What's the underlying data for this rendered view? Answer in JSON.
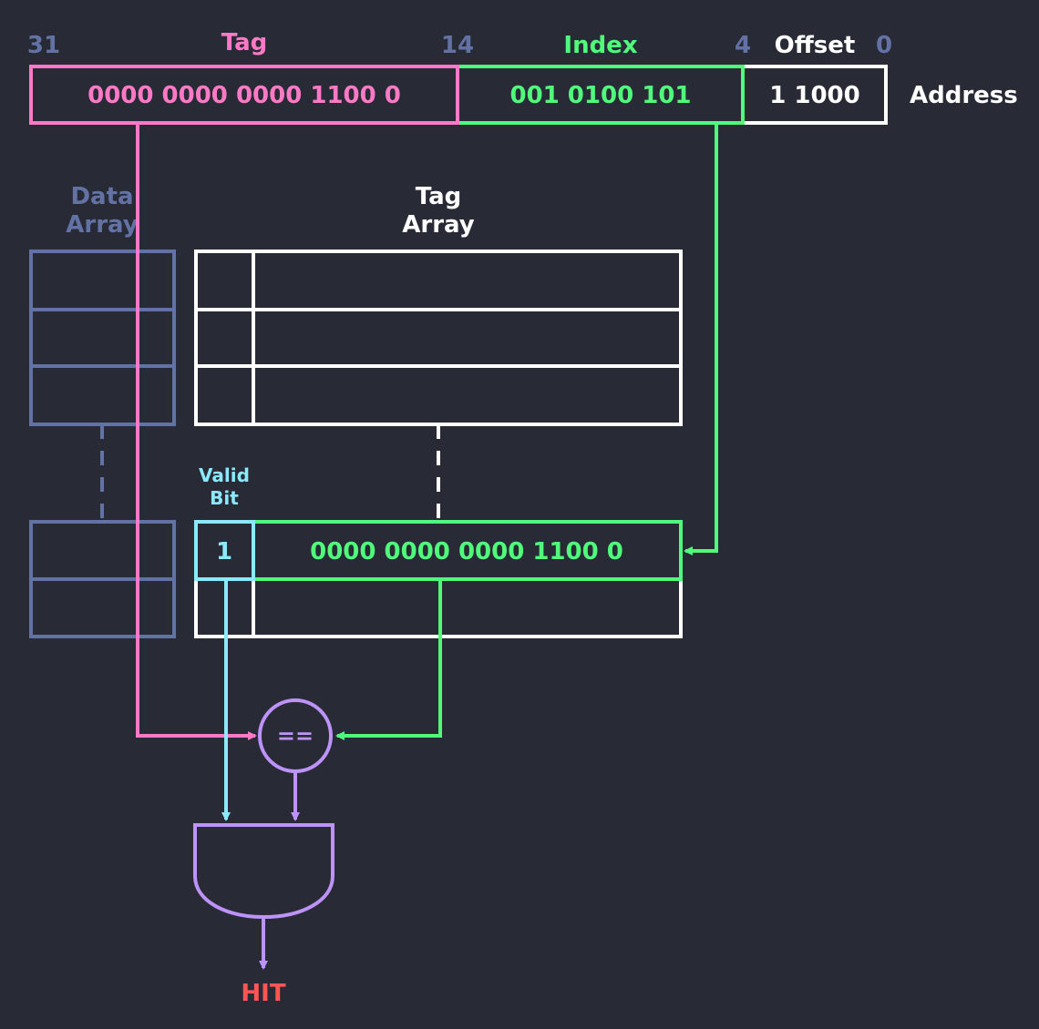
{
  "colors": {
    "background": "#282a36",
    "tag": "#ff79c6",
    "index": "#50fa7b",
    "offset": "#ffffff",
    "bit_number": "#6272a4",
    "data_array": "#6272a4",
    "tag_array": "#ffffff",
    "valid_bit": "#8be9fd",
    "comparator": "#bd93f9",
    "hit": "#ff5555"
  },
  "address": {
    "label": "Address",
    "bit_31": "31",
    "bit_14": "14",
    "bit_4": "4",
    "bit_0": "0",
    "tag_title": "Tag",
    "index_title": "Index",
    "offset_title": "Offset",
    "tag_value": "0000 0000 0000 1100 0",
    "index_value": "001 0100 101",
    "offset_value": "1 1000"
  },
  "data_array": {
    "title_line1": "Data",
    "title_line2": "Array"
  },
  "tag_array": {
    "title_line1": "Tag",
    "title_line2": "Array",
    "valid_label_line1": "Valid",
    "valid_label_line2": "Bit",
    "selected_valid_bit": "1",
    "selected_tag": "0000 0000 0000 1100 0"
  },
  "comparator": {
    "symbol": "=="
  },
  "output": {
    "label": "HIT"
  }
}
